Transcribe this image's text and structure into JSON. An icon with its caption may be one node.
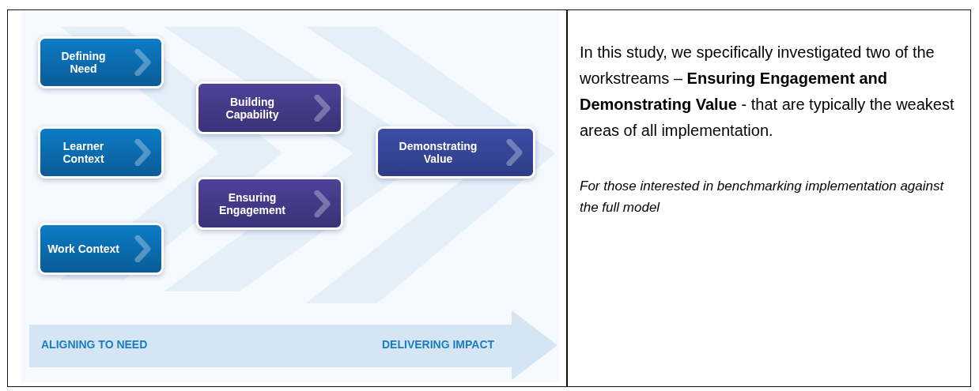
{
  "diagram": {
    "nodes": [
      {
        "text": [
          "Defining Need"
        ]
      },
      {
        "text": [
          "Learner Context"
        ]
      },
      {
        "text": [
          "Work Context"
        ]
      },
      {
        "text": [
          "Building Capability"
        ]
      },
      {
        "text": [
          "Ensuring Engagement"
        ]
      },
      {
        "text": [
          "Demonstrating Value"
        ]
      }
    ],
    "labels": [
      "ALIGNING TO NEED",
      "DELIVERING IMPACT",
      "In this study, we specifically investigated two of the workstreams – **Ensuring Engagement and Demonstrating Value** - that are typically the weakest areas of all implementation.",
      "For those interested in benchmarking implementation against the full model"
    ]
  }
}
